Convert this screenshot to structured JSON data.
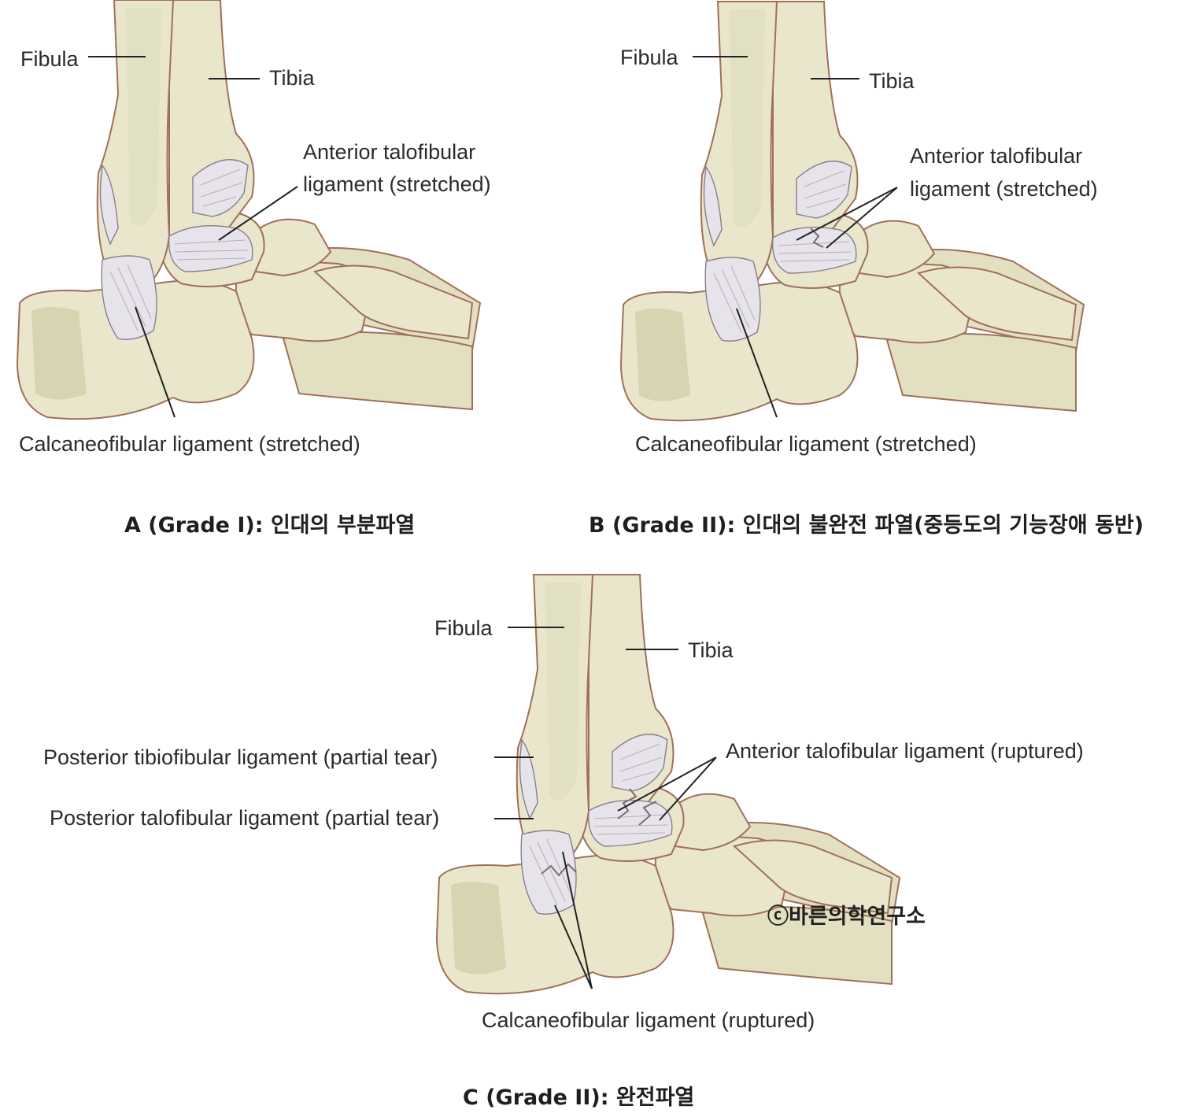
{
  "panels": [
    {
      "id": "A",
      "labels": {
        "fibula": "Fibula",
        "tibia": "Tibia",
        "atfl_line1": "Anterior talofibular",
        "atfl_line2": "ligament (stretched)",
        "cfl": "Calcaneofibular ligament (stretched)"
      },
      "caption": "A (Grade I): 인대의 부분파열"
    },
    {
      "id": "B",
      "labels": {
        "fibula": "Fibula",
        "tibia": "Tibia",
        "atfl_line1": "Anterior talofibular",
        "atfl_line2": "ligament (stretched)",
        "cfl": "Calcaneofibular ligament (stretched)"
      },
      "caption": "B (Grade II): 인대의 불완전 파열(중등도의 기능장애 동반)"
    },
    {
      "id": "C",
      "labels": {
        "fibula": "Fibula",
        "tibia": "Tibia",
        "ptfl_tibio": "Posterior tibiofibular ligament (partial tear)",
        "ptfl_talo": "Posterior talofibular ligament (partial tear)",
        "atfl": "Anterior talofibular ligament (ruptured)",
        "cfl": "Calcaneofibular ligament (ruptured)"
      },
      "caption": "C (Grade II): 완전파열"
    }
  ],
  "watermark": "ⓒ바른의학연구소",
  "colors": {
    "bone": "#e9e6cc",
    "bone_outline": "#a0705a",
    "ligament": "#e6e3ea",
    "leader_line": "#222222"
  }
}
